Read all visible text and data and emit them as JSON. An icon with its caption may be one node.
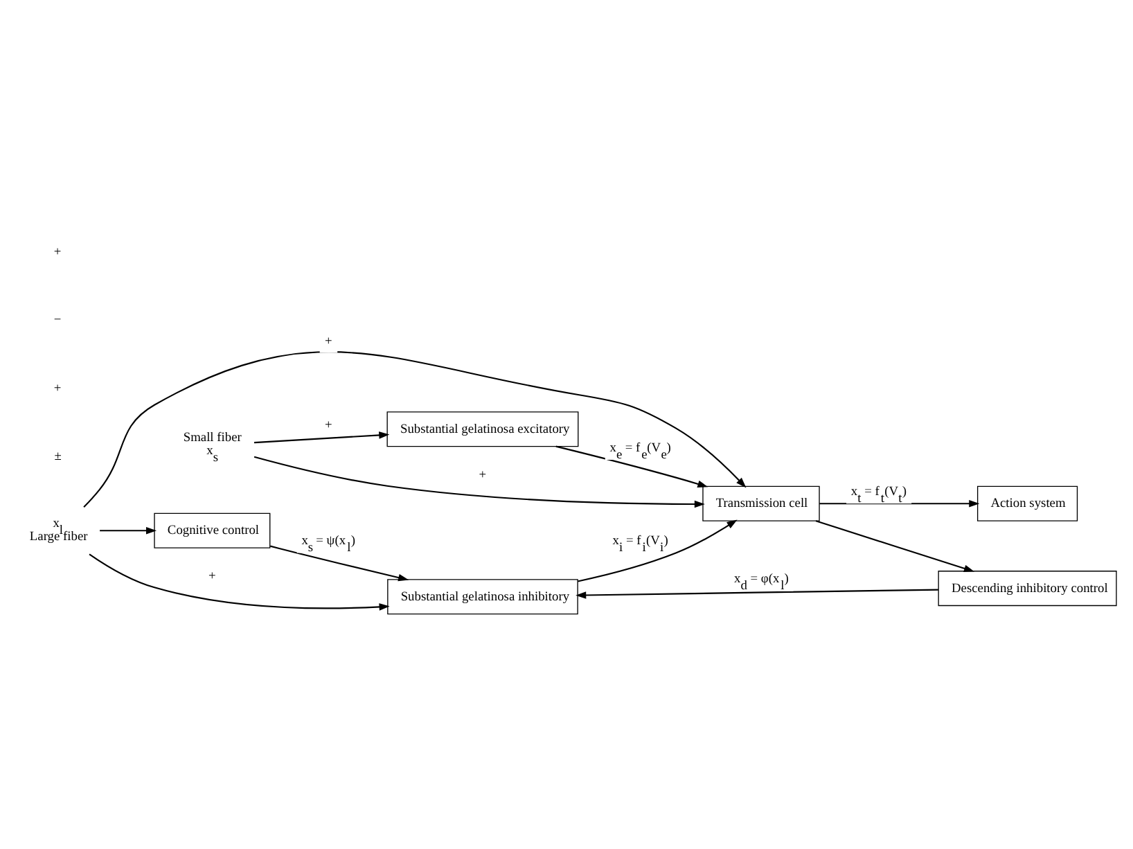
{
  "diagram": {
    "nodes": [
      {
        "text": [
          "Cognitive control"
        ]
      },
      {
        "text": [
          "Descending inhibitory control"
        ]
      },
      {
        "text": [
          "Substantial gelatinosa inhibitory"
        ]
      },
      {
        "text": [
          "Transmission cell"
        ]
      },
      {
        "text": [
          "Action system"
        ]
      },
      {
        "text": [
          "Substantial gelatinosa excitatory"
        ]
      },
      {
        "text": [
          "x$_{l}$",
          "Large fiber"
        ]
      },
      {
        "text": [
          "Small fiber",
          "x$_{s}$"
        ]
      }
    ],
    "edges": [
      {
        "from": 6,
        "to": 0,
        "arrow": "to"
      },
      {
        "from": 6,
        "to": 2,
        "arrow": "to",
        "label": "+"
      },
      {
        "from": 0,
        "to": 2,
        "arrow": "to",
        "label": "x$_{s}$ = ψ(x$_{l}$)"
      },
      {
        "from": 1,
        "to": 2,
        "arrow": "to",
        "label": "x$_{d}$ = φ(x$_{l}$)"
      },
      {
        "from": 6,
        "to": 3,
        "arrow": "to",
        "label": "+"
      },
      {
        "from": 2,
        "to": 3,
        "arrow": "to",
        "label": "x$_{i}$ = f$_{i}$(V$_{i}$)"
      },
      {
        "from": 5,
        "to": 3,
        "arrow": "to",
        "label": "x$_{e}$ = f$_{e}$(V$_{e}$)"
      },
      {
        "from": 7,
        "to": 5,
        "arrow": "to",
        "label": "+"
      },
      {
        "from": 7,
        "to": 3,
        "arrow": "to",
        "label": "+"
      },
      {
        "from": 3,
        "to": 4,
        "arrow": "to",
        "label": "x$_{t}$ = f$_{t}$(V$_{t}$)"
      },
      {
        "from": 3,
        "to": 1,
        "arrow": "to"
      }
    ],
    "labels": [
      "±",
      "+",
      "−",
      "+"
    ]
  }
}
